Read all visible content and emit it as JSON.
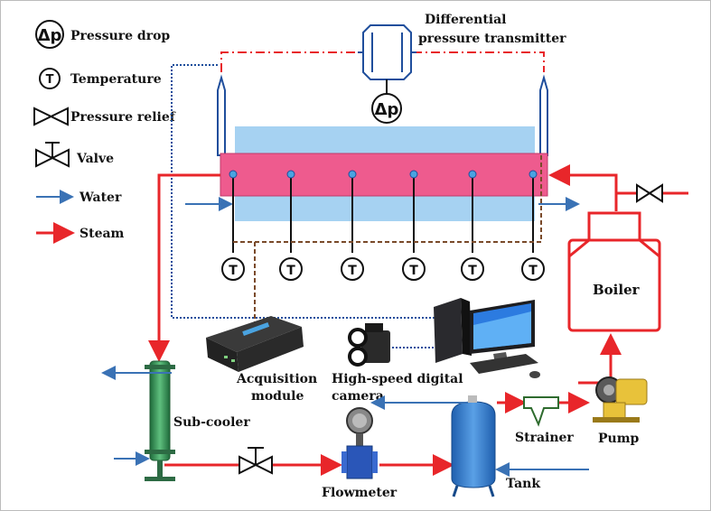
{
  "legend": {
    "pressure_drop": {
      "symbol": "Δp",
      "label": "Pressure drop"
    },
    "temperature": {
      "symbol": "T",
      "label": "Temperature"
    },
    "pressure_relief": {
      "label": "Pressure relief"
    },
    "valve": {
      "label": "Valve"
    },
    "water": {
      "label": "Water"
    },
    "steam": {
      "label": "Steam"
    }
  },
  "components": {
    "dp_transmitter": {
      "line1": "Differential",
      "line2": "pressure transmitter",
      "symbol": "Δp"
    },
    "thermocouple_symbol": "T",
    "boiler": "Boiler",
    "pump": "Pump",
    "strainer": "Strainer",
    "tank": "Tank",
    "flowmeter": "Flowmeter",
    "subcooler": "Sub-cooler",
    "acquisition": {
      "line1": "Acquisition",
      "line2": "module"
    },
    "camera": {
      "line1": "High-speed digital",
      "line2": "camera"
    }
  },
  "colors": {
    "steam": "#e8262a",
    "water": "#3a72b5",
    "test_section": "#ee5b8e",
    "water_channel": "#a6d2f2",
    "signal": "#1f4e9c",
    "boiler_fill": "#ffffff"
  }
}
